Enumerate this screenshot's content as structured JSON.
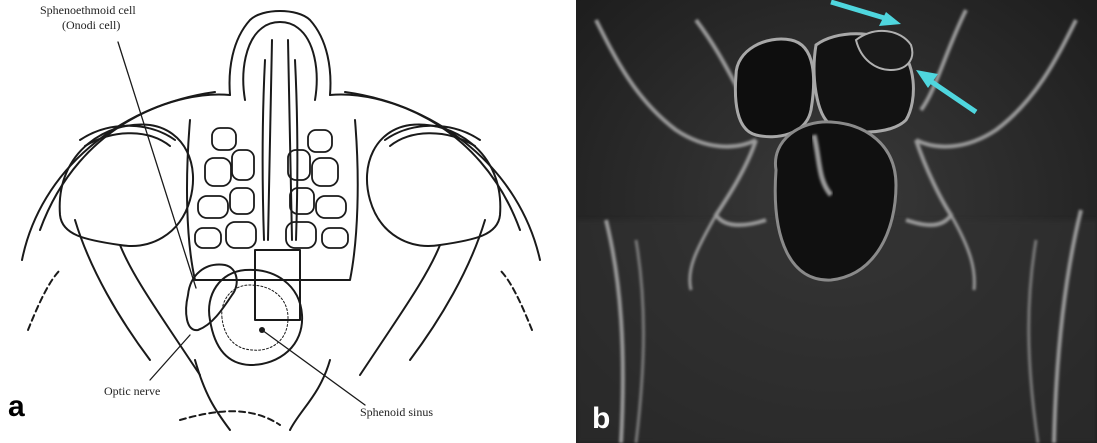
{
  "panel_a": {
    "letter": "a",
    "labels": {
      "sphenoethmoid_cell": "Sphenoethmoid cell",
      "onodi_cell": "(Onodi cell)",
      "optic_nerve": "Optic nerve",
      "sphenoid_sinus": "Sphenoid sinus"
    }
  },
  "panel_b": {
    "letter": "b",
    "arrow_color": "#4fd6de"
  }
}
